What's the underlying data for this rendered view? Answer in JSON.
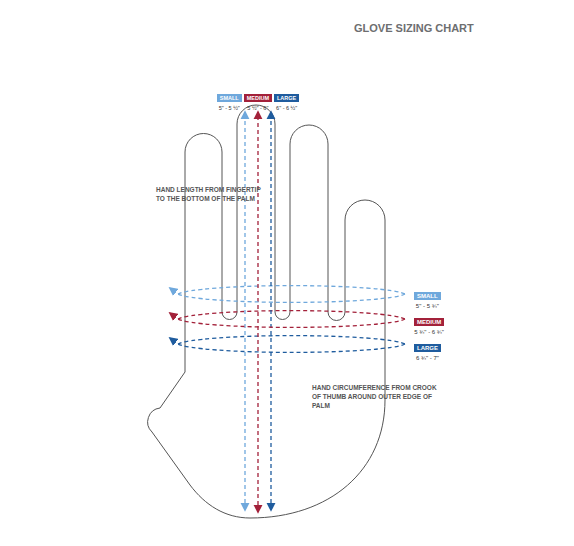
{
  "diagram": {
    "title": "GLOVE SIZING CHART",
    "nodes": [
      {
        "text": [
          "SMALL",
          "5\" - 5 ½\""
        ]
      },
      {
        "text": [
          "MEDIUM",
          "5 ½\" - 6\""
        ]
      },
      {
        "text": [
          "LARGE",
          "6\" - 6 ½\""
        ]
      },
      {
        "text": [
          "SMALL",
          "5\" - 5 ¾\""
        ]
      },
      {
        "text": [
          "MEDIUM",
          "5 ¾\" - 6 ¾\""
        ]
      },
      {
        "text": [
          "LARGE",
          "6 ¾\" - 7\""
        ]
      }
    ],
    "labels": [
      "HAND LENGTH FROM FINGERTIP TO THE BOTTOM OF THE PALM",
      "HAND CIRCUMFERENCE FROM CROOK OF THUMB AROUND OUTER EDGE OF PALM"
    ]
  }
}
